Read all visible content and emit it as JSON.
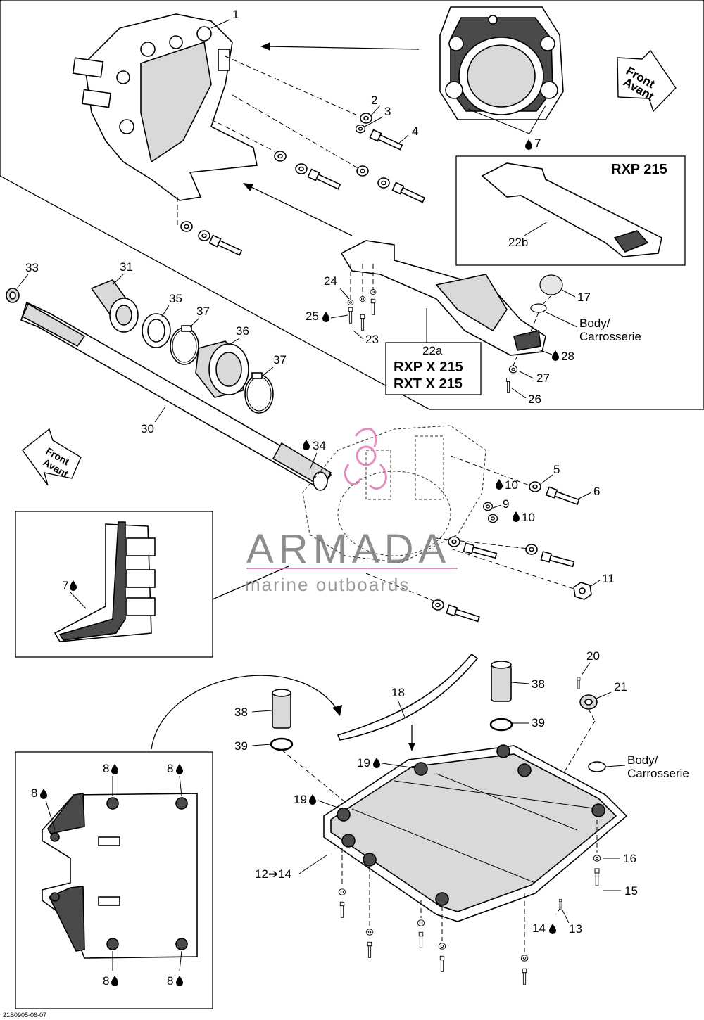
{
  "diagram": {
    "callouts": {
      "c1": "1",
      "c2": "2",
      "c3": "3",
      "c4": "4",
      "c5": "5",
      "c6": "6",
      "c7": "7",
      "c7b": "7",
      "c8a": "8",
      "c8b": "8",
      "c8c": "8",
      "c8d": "8",
      "c8e": "8",
      "c9": "9",
      "c10a": "10",
      "c10b": "10",
      "c11": "11",
      "c12_14": "12➔14",
      "c13": "13",
      "c14": "14",
      "c15": "15",
      "c16": "16",
      "c17": "17",
      "c18": "18",
      "c19a": "19",
      "c19b": "19",
      "c20": "20",
      "c21": "21",
      "c22a": "22a",
      "c22b": "22b",
      "c23": "23",
      "c24": "24",
      "c25": "25",
      "c26": "26",
      "c27": "27",
      "c28": "28",
      "c30": "30",
      "c31": "31",
      "c33": "33",
      "c34": "34",
      "c35": "35",
      "c36": "36",
      "c37a": "37",
      "c37b": "37",
      "c38a": "38",
      "c38b": "38",
      "c39a": "39",
      "c39b": "39"
    },
    "labels": {
      "rxp215": "RXP 215",
      "rxpx215": "RXP X 215",
      "rxtx215": "RXT X 215",
      "body_line1": "Body/",
      "body_line2": "Carrosserie",
      "front_line1": "Front",
      "front_line2": "Avant",
      "diagram_code": "21S0905-06-07"
    },
    "watermark": {
      "brand": "ARMADA",
      "tagline": "marine outboards",
      "accent_color": "#e07ab4"
    },
    "icons": {
      "sealant_drop": "sealant-drop-icon",
      "front_arrow": "front-arrow-icon"
    }
  }
}
